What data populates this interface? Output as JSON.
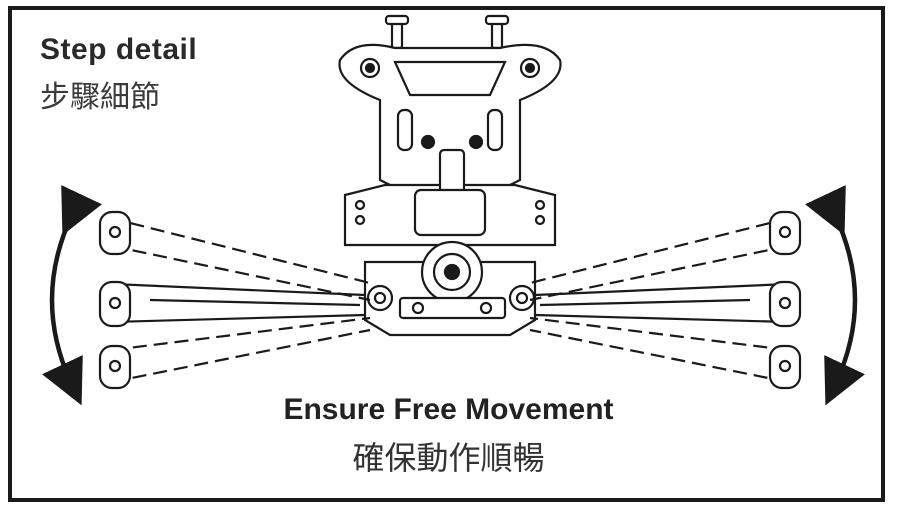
{
  "header": {
    "title_en": "Step detail",
    "title_zh": "步驟細節"
  },
  "caption": {
    "text_en": "Ensure Free Movement",
    "text_zh": "確保動作順暢"
  },
  "colors": {
    "line": "#1a1a1a",
    "background": "#ffffff"
  },
  "icons": [
    "curved-double-arrow-icon-left",
    "curved-double-arrow-icon-right"
  ]
}
